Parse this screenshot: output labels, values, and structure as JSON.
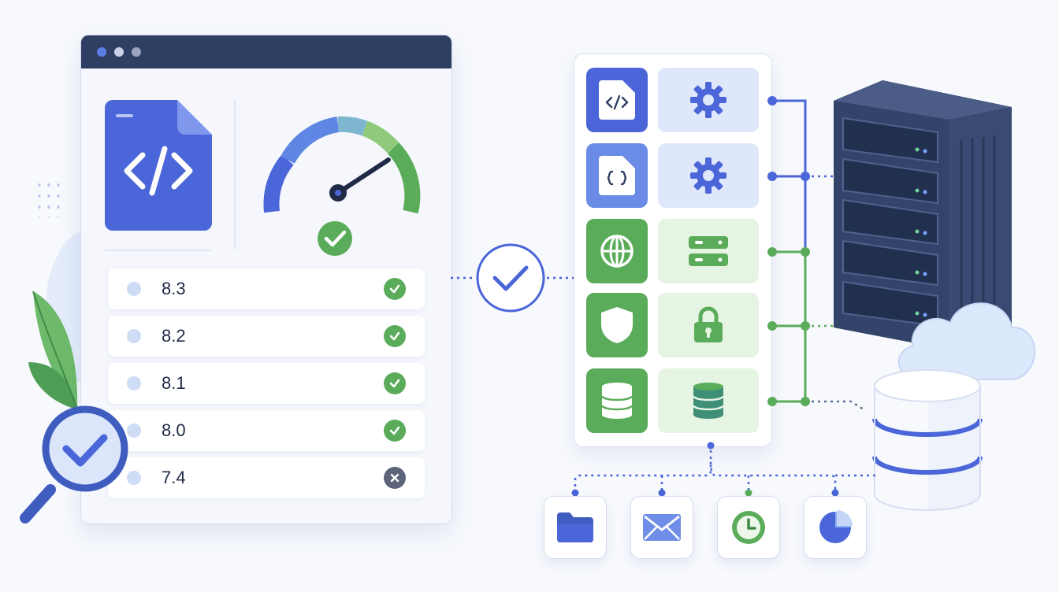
{
  "colors": {
    "accent_blue": "#4a66d8",
    "accent_green": "#5aac5a",
    "navy": "#2f3f63",
    "fail_gray": "#5b6478"
  },
  "versions": [
    {
      "label": "8.3",
      "status": "pass"
    },
    {
      "label": "8.2",
      "status": "pass"
    },
    {
      "label": "8.1",
      "status": "pass"
    },
    {
      "label": "8.0",
      "status": "pass"
    },
    {
      "label": "7.4",
      "status": "fail"
    }
  ],
  "gauge": {
    "level_fraction": 0.78
  },
  "panel_rows": [
    {
      "left_icon": "code-file-icon",
      "right_icon": "gear-icon"
    },
    {
      "left_icon": "json-file-icon",
      "right_icon": "gear-icon"
    },
    {
      "left_icon": "globe-icon",
      "right_icon": "server-icon"
    },
    {
      "left_icon": "shield-icon",
      "right_icon": "lock-icon"
    },
    {
      "left_icon": "database-icon",
      "right_icon": "database-icon"
    }
  ],
  "satellites": [
    "folder-icon",
    "mail-icon",
    "clock-icon",
    "pie-chart-icon"
  ]
}
